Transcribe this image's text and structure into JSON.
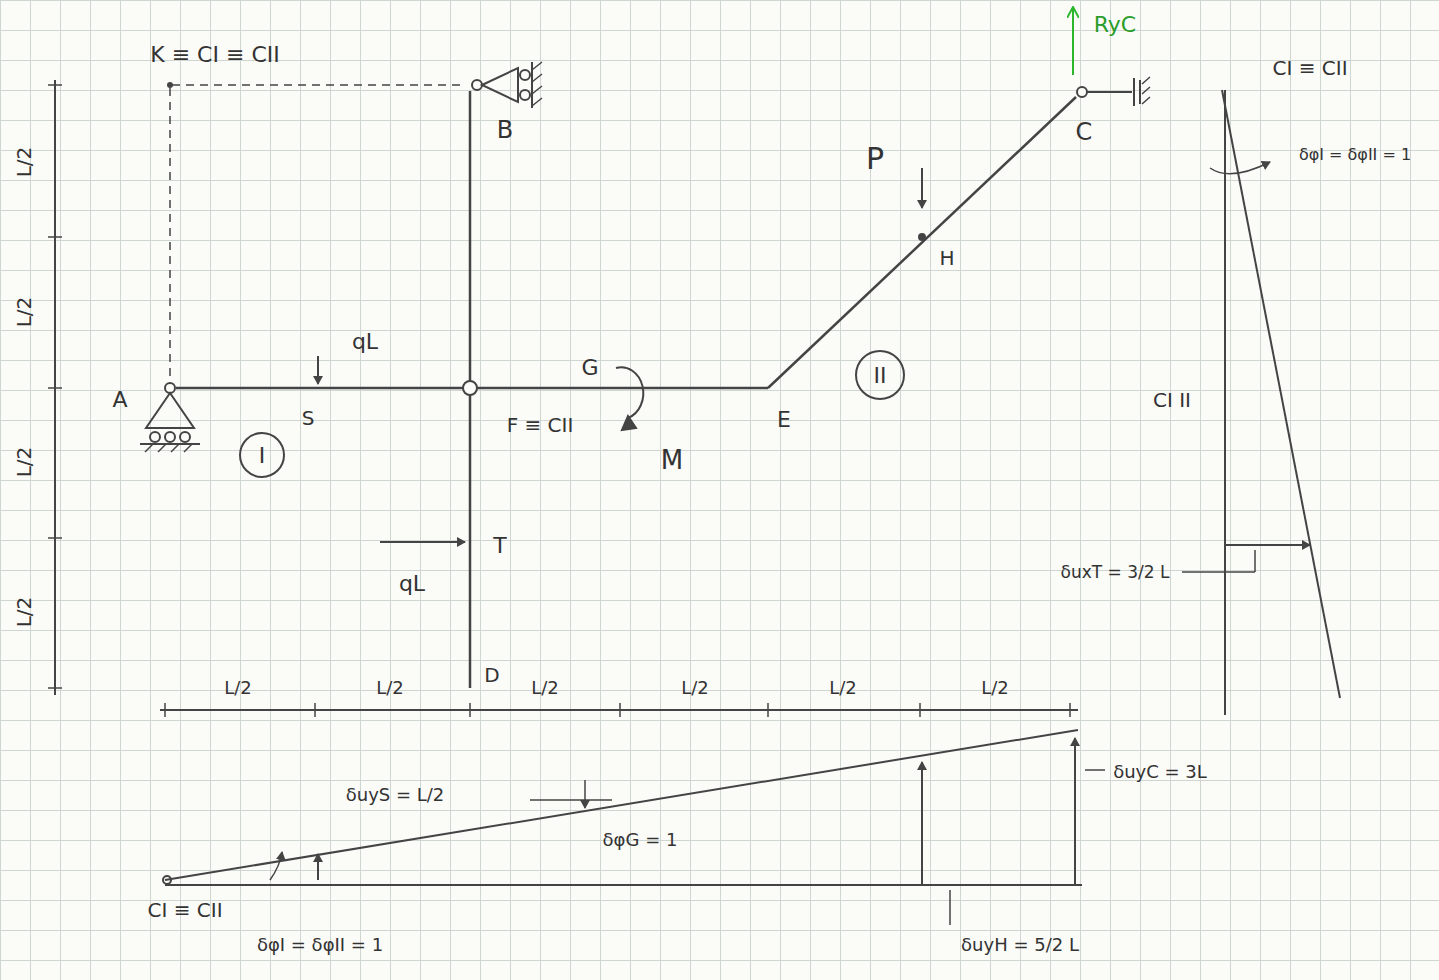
{
  "diagram": {
    "nodes": [
      {
        "text": [
          "I"
        ]
      },
      {
        "text": [
          "II"
        ]
      }
    ],
    "labels": [
      "K ≡ CI ≡ CII",
      "B",
      "RyC",
      "C",
      "P",
      "H",
      "CI ≡ CII",
      "δφI = δφII = 1",
      "qL",
      "A",
      "S",
      "F ≡ CII",
      "G",
      "M",
      "E",
      "CI II",
      "T",
      "qL",
      "δuxT = 3/2 L",
      "D",
      "L/2",
      "L/2",
      "L/2",
      "L/2",
      "L/2",
      "L/2",
      "L/2",
      "L/2",
      "L/2",
      "L/2",
      "δuyS = L/2",
      "δφG = 1",
      "δuyC = 3L",
      "CI ≡ CII",
      "δφI = δφII = 1",
      "δuyH = 5/2 L"
    ]
  }
}
